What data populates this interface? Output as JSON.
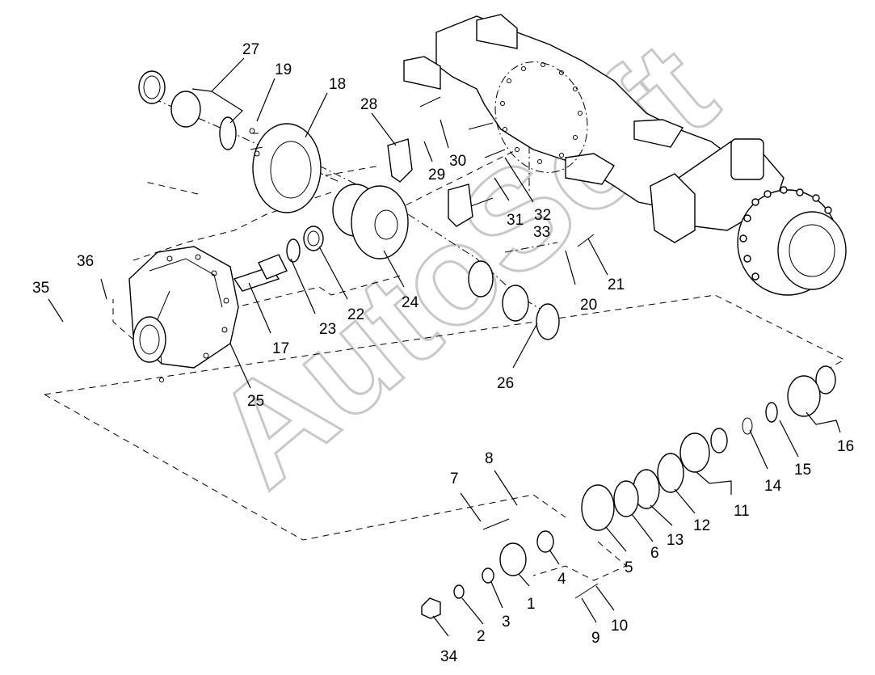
{
  "diagram": {
    "type": "exploded-parts-view",
    "watermark": "AutoSoft",
    "callouts": [
      {
        "id": "c1",
        "label": "1"
      },
      {
        "id": "c2",
        "label": "2"
      },
      {
        "id": "c3",
        "label": "3"
      },
      {
        "id": "c4",
        "label": "4"
      },
      {
        "id": "c5",
        "label": "5"
      },
      {
        "id": "c6",
        "label": "6"
      },
      {
        "id": "c7",
        "label": "7"
      },
      {
        "id": "c8",
        "label": "8"
      },
      {
        "id": "c9",
        "label": "9"
      },
      {
        "id": "c10",
        "label": "10"
      },
      {
        "id": "c11",
        "label": "11"
      },
      {
        "id": "c12",
        "label": "12"
      },
      {
        "id": "c13",
        "label": "13"
      },
      {
        "id": "c14",
        "label": "14"
      },
      {
        "id": "c15",
        "label": "15"
      },
      {
        "id": "c16",
        "label": "16"
      },
      {
        "id": "c17",
        "label": "17"
      },
      {
        "id": "c18",
        "label": "18"
      },
      {
        "id": "c19",
        "label": "19"
      },
      {
        "id": "c20",
        "label": "20"
      },
      {
        "id": "c21",
        "label": "21"
      },
      {
        "id": "c22",
        "label": "22"
      },
      {
        "id": "c23",
        "label": "23"
      },
      {
        "id": "c24",
        "label": "24"
      },
      {
        "id": "c25",
        "label": "25"
      },
      {
        "id": "c26",
        "label": "26"
      },
      {
        "id": "c27",
        "label": "27"
      },
      {
        "id": "c28",
        "label": "28"
      },
      {
        "id": "c29",
        "label": "29"
      },
      {
        "id": "c30",
        "label": "30"
      },
      {
        "id": "c31",
        "label": "31"
      },
      {
        "id": "c32",
        "label": "32"
      },
      {
        "id": "c33",
        "label": "33"
      },
      {
        "id": "c34",
        "label": "34"
      },
      {
        "id": "c35",
        "label": "35"
      },
      {
        "id": "c36",
        "label": "36"
      }
    ]
  }
}
